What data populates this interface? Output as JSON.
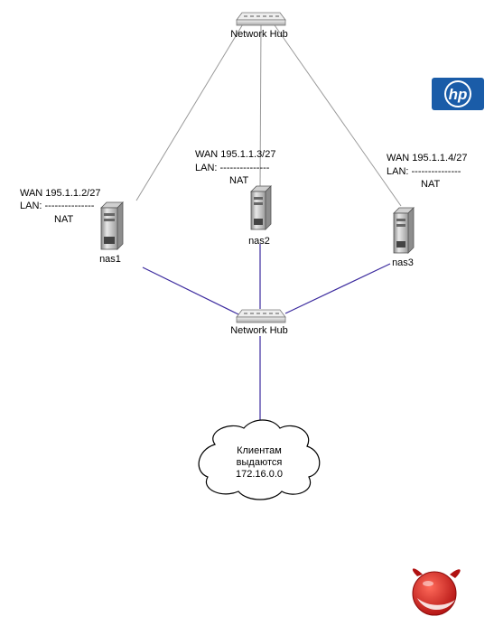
{
  "hubs": {
    "top_label": "Network Hub",
    "bottom_label": "Network Hub"
  },
  "servers": [
    {
      "name": "nas1",
      "wan": "WAN 195.1.1.2/27",
      "lan": "LAN: ---------------",
      "nat": "NAT"
    },
    {
      "name": "nas2",
      "wan": "WAN 195.1.1.3/27",
      "lan": "LAN: ---------------",
      "nat": "NAT"
    },
    {
      "name": "nas3",
      "wan": "WAN 195.1.1.4/27",
      "lan": "LAN: ---------------",
      "nat": "NAT"
    }
  ],
  "cloud": {
    "line1": "Клиентам",
    "line2": "выдаются",
    "line3": "172.16.0.0"
  },
  "logos": {
    "hp": "hp",
    "hp_color": "#1a5ca8",
    "bsd_color": "#d42020"
  },
  "colors": {
    "wan_link": "#999999",
    "lan_link": "#3b2a9e"
  }
}
